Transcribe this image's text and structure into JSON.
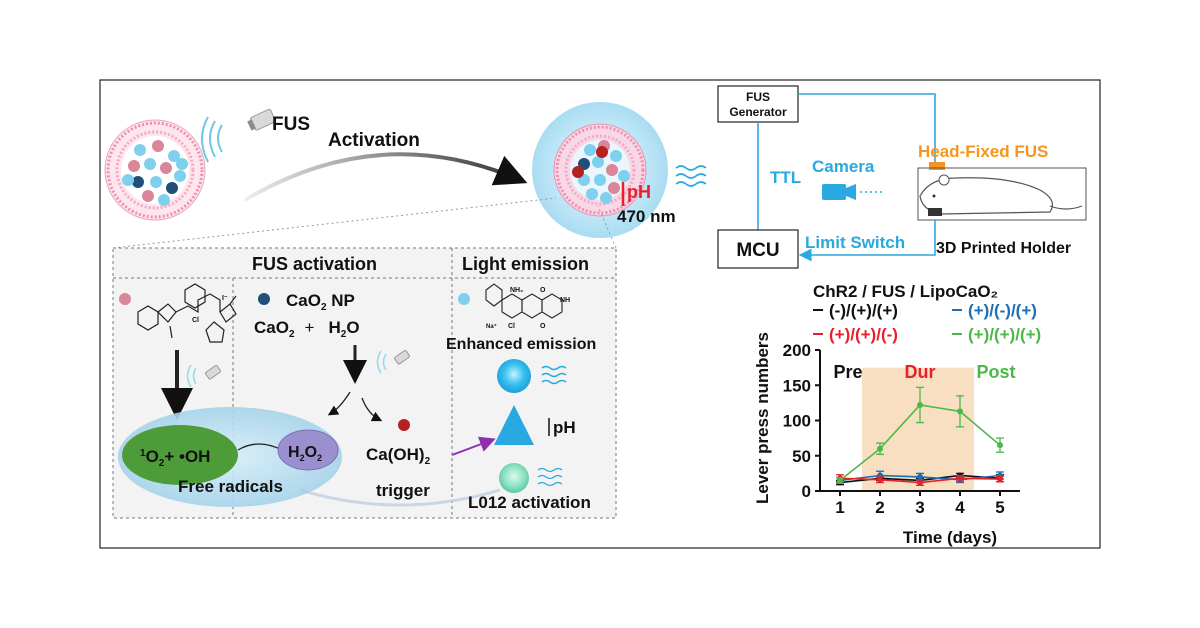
{
  "colors": {
    "fus_blue": "#29a9e1",
    "orange": "#f7941d",
    "red": "#e5222b",
    "green": "#4bb848",
    "dark_blue": "#1a6fb5",
    "bead_pink": "#d9869a",
    "bead_navy": "#1f4f7a",
    "bead_light": "#7fd0ee",
    "ros_green": "#4e9b3a",
    "h2o2_purple": "#9a8fcf",
    "panel_bg": "#f3f3f3",
    "shade": "#f8dfc1"
  },
  "top": {
    "fus_label": "FUS",
    "activation_label": "Activation",
    "ph_label": "pH",
    "wavelength_label": "470 nm"
  },
  "setup": {
    "generator_line1": "FUS",
    "generator_line2": "Generator",
    "ttl_label": "TTL",
    "camera_label": "Camera",
    "head_fixed_label": "Head-Fixed FUS",
    "mcu_label": "MCU",
    "limit_switch_label": "Limit Switch",
    "holder_label": "3D Printed Holder"
  },
  "mechanism": {
    "fus_activation_title": "FUS activation",
    "light_emission_title": "Light emission",
    "cao2_np_label": "CaO",
    "cao2_np_sub": "2",
    "cao2_np_suffix": " NP",
    "reaction_left": "CaO",
    "reaction_left_sub": "2",
    "reaction_plus": "+",
    "reaction_right": "H",
    "reaction_right_sub": "2",
    "reaction_right_suffix": "O",
    "ros_label_sup": "1",
    "ros_label_main": "O",
    "ros_label_sub": "2",
    "ros_label_rest": "+ •OH",
    "h2o2_main": "H",
    "h2o2_sub1": "2",
    "h2o2_mid": "O",
    "h2o2_sub2": "2",
    "free_radicals_label": "Free radicals",
    "caoh_main": "Ca(OH)",
    "caoh_sub": "2",
    "trigger_label": "trigger",
    "enhanced_label": "Enhanced emission",
    "ph_up_label": "pH",
    "l012_label": "L012 activation",
    "ir_counter_label": "I⁻",
    "cl_label": "Cl",
    "na_label": "Na⁺",
    "nh2_label": "NH₂",
    "o_label": "O",
    "cl2_label": "Cl",
    "nh_label": "NH",
    "o2_label": "O"
  },
  "chart_data": {
    "type": "line",
    "title": "ChR2 / FUS / LipoCaO₂",
    "xlabel": "Time (days)",
    "ylabel": "Lever press numbers",
    "xlim": [
      1,
      5
    ],
    "ylim": [
      0,
      200
    ],
    "x_ticks": [
      "1",
      "2",
      "3",
      "4",
      "5"
    ],
    "y_ticks": [
      "0",
      "50",
      "100",
      "150",
      "200"
    ],
    "phases": [
      {
        "label": "Pre",
        "color": "#111111"
      },
      {
        "label": "Dur",
        "color": "#e5222b"
      },
      {
        "label": "Post",
        "color": "#4bb848"
      }
    ],
    "shaded_region": [
      1.55,
      4.35
    ],
    "x": [
      1,
      2,
      3,
      4,
      5
    ],
    "series": [
      {
        "name": "(-)/(+)/(+)",
        "color": "#111111",
        "values": [
          12,
          18,
          15,
          22,
          18
        ],
        "errors": [
          3,
          3,
          3,
          3,
          5
        ]
      },
      {
        "name": "(+)/(-)/(+)",
        "color": "#1a6fb5",
        "values": [
          15,
          22,
          20,
          16,
          22
        ],
        "errors": [
          4,
          6,
          5,
          4,
          5
        ]
      },
      {
        "name": "(+)/(+)/(-)",
        "color": "#e5222b",
        "values": [
          18,
          16,
          12,
          18,
          17
        ],
        "errors": [
          5,
          4,
          4,
          4,
          4
        ]
      },
      {
        "name": "(+)/(+)/(+)",
        "color": "#4bb848",
        "values": [
          15,
          60,
          122,
          113,
          65
        ],
        "errors": [
          4,
          8,
          25,
          22,
          10
        ]
      }
    ]
  }
}
